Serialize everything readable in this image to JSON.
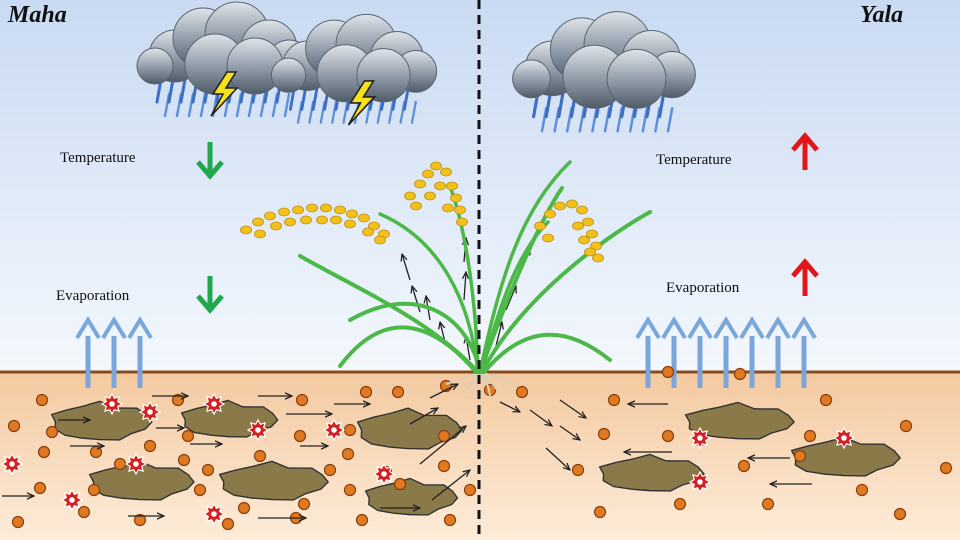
{
  "left_panel": {
    "season_title": "Maha",
    "temperature_label": "Temperature",
    "temperature_trend": "down",
    "evaporation_label": "Evaporation",
    "evaporation_trend": "down",
    "cloud_count": 2,
    "lightning_count": 2,
    "vapor_arrow_count": 3
  },
  "right_panel": {
    "season_title": "Yala",
    "temperature_label": "Temperature",
    "temperature_trend": "up",
    "evaporation_label": "Evaporation",
    "evaporation_trend": "up",
    "cloud_count": 1,
    "lightning_count": 0,
    "vapor_arrow_count": 7
  },
  "colors": {
    "sky_top": "#c9daf2",
    "sky_bottom": "#f4f8fd",
    "soil_top": "#f3c9a0",
    "soil_bottom": "#fdecd9",
    "soil_line": "#8b4a1c",
    "trend_down": "#1fa84f",
    "trend_up": "#e0161b",
    "vapor_arrow": "#7aa6dc",
    "aggregate": "#8a7a4a",
    "particle": "#e07a22",
    "star_particle": "#d42020",
    "rice_grain": "#f2c21b",
    "leaf": "#4cb848",
    "divider": "#111111"
  }
}
